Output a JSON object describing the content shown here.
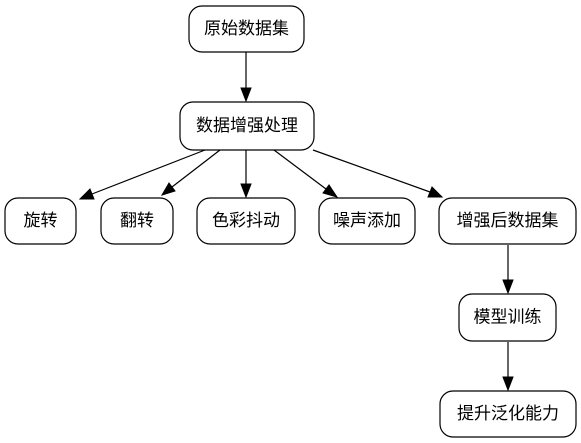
{
  "diagram": {
    "nodes": {
      "original_dataset": "原始数据集",
      "augmentation": "数据增强处理",
      "rotation": "旋转",
      "flip": "翻转",
      "color_jitter": "色彩抖动",
      "noise_addition": "噪声添加",
      "augmented_dataset": "增强后数据集",
      "model_training": "模型训练",
      "generalization": "提升泛化能力"
    }
  }
}
